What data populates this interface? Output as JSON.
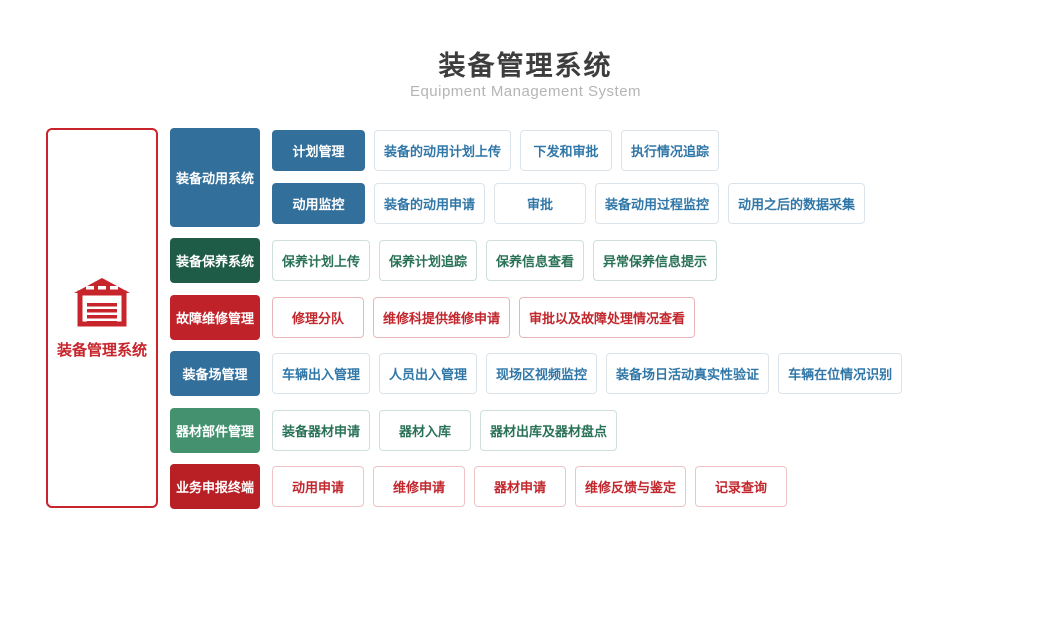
{
  "header": {
    "title": "装备管理系统",
    "subtitle": "Equipment Management System"
  },
  "root": {
    "label": "装备管理系统",
    "icon": "warehouse-icon",
    "color": "#c8242b"
  },
  "themes": {
    "blue": {
      "solid": "#336f9b",
      "text": "#3077a8",
      "border": "#dce4ea"
    },
    "dark_green": {
      "solid": "#1f5c48",
      "text": "#2a7257",
      "border": "#cfe0d8"
    },
    "red": {
      "solid": "#bf2329",
      "text": "#c2272d",
      "border": "#eab6b9"
    },
    "green": {
      "solid": "#43916e",
      "text": "#2a7257",
      "border": "#cfe0d8"
    },
    "dark_red": {
      "solid": "#b82025",
      "text": "#c2272d",
      "border": "#f0c3c6"
    }
  },
  "groups": [
    {
      "label": "装备动用系统",
      "theme": "blue",
      "sub_groups": [
        {
          "label": "计划管理",
          "items": [
            "装备的动用计划上传",
            "下发和审批",
            "执行情况追踪"
          ]
        },
        {
          "label": "动用监控",
          "items": [
            "装备的动用申请",
            "审批",
            "装备动用过程监控",
            "动用之后的数据采集"
          ]
        }
      ]
    },
    {
      "label": "装备保养系统",
      "theme": "dark_green",
      "items": [
        "保养计划上传",
        "保养计划追踪",
        "保养信息查看",
        "异常保养信息提示"
      ]
    },
    {
      "label": "故障维修管理",
      "theme": "red",
      "items": [
        "修理分队",
        "维修科提供维修申请",
        "审批以及故障处理情况查看"
      ]
    },
    {
      "label": "装备场管理",
      "theme": "blue",
      "items": [
        "车辆出入管理",
        "人员出入管理",
        "现场区视频监控",
        "装备场日活动真实性验证",
        "车辆在位情况识别"
      ]
    },
    {
      "label": "器材部件管理",
      "theme": "green",
      "items": [
        "装备器材申请",
        "器材入库",
        "器材出库及器材盘点"
      ]
    },
    {
      "label": "业务申报终端",
      "theme": "dark_red",
      "items": [
        "动用申请",
        "维修申请",
        "器材申请",
        "维修反馈与鉴定",
        "记录查询"
      ]
    }
  ]
}
